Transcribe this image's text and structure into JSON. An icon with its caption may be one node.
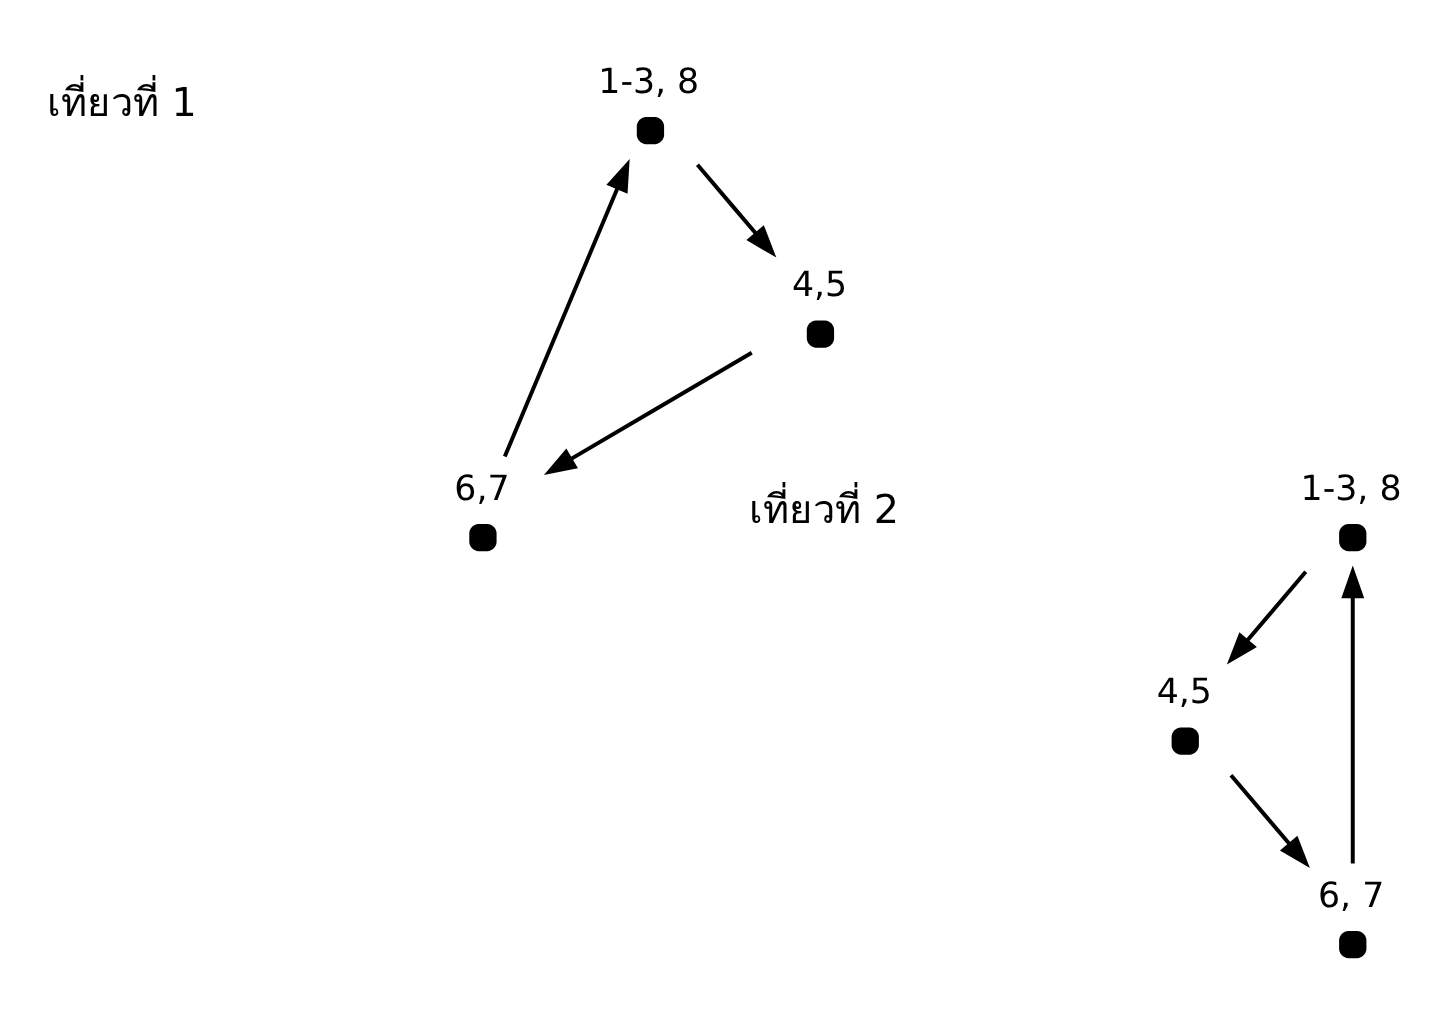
{
  "diagram": {
    "nodes": [
      {
        "text": [],
        "shape": "circle",
        "beside": [
          "1-3, 8"
        ]
      },
      {
        "text": [],
        "shape": "circle",
        "beside": [
          "4,5"
        ]
      },
      {
        "text": [],
        "shape": "circle",
        "beside": [
          "6,7"
        ]
      },
      {
        "text": [],
        "shape": "circle",
        "beside": [
          "1-3, 8"
        ]
      },
      {
        "text": [],
        "shape": "circle",
        "beside": [
          "4,5"
        ]
      },
      {
        "text": [],
        "shape": "circle",
        "beside": [
          "6, 7"
        ]
      }
    ],
    "edges": [
      {
        "from": 0,
        "to": 1,
        "arrow": "to"
      },
      {
        "from": 1,
        "to": 2,
        "arrow": "to"
      },
      {
        "from": 2,
        "to": 0,
        "arrow": "to"
      },
      {
        "from": 3,
        "to": 4,
        "arrow": "to"
      },
      {
        "from": 4,
        "to": 5,
        "arrow": "to"
      },
      {
        "from": 5,
        "to": 3,
        "arrow": "to"
      }
    ],
    "labels": [
      "เที่ยวที่ 1",
      "เที่ยวที่ 2"
    ]
  }
}
